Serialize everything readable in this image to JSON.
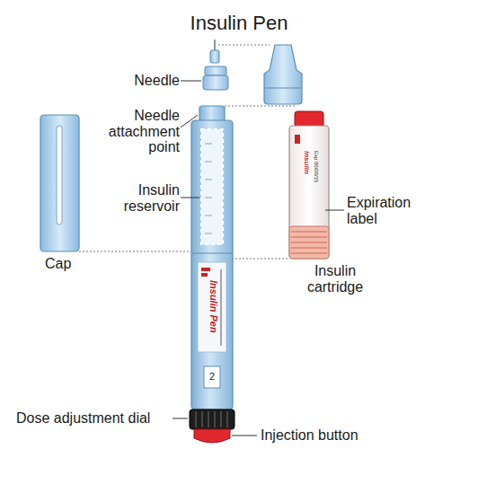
{
  "diagram": {
    "title": "Insulin Pen",
    "labels": [
      "Needle",
      "Needle attachment point",
      "Insulin reservoir",
      "Cap",
      "Insulin",
      "Exp 00/00/15",
      "Expiration label",
      "Insulin cartridge",
      "Insulin Pen",
      "2",
      "Dose adjustment dial",
      "Injection button"
    ]
  }
}
